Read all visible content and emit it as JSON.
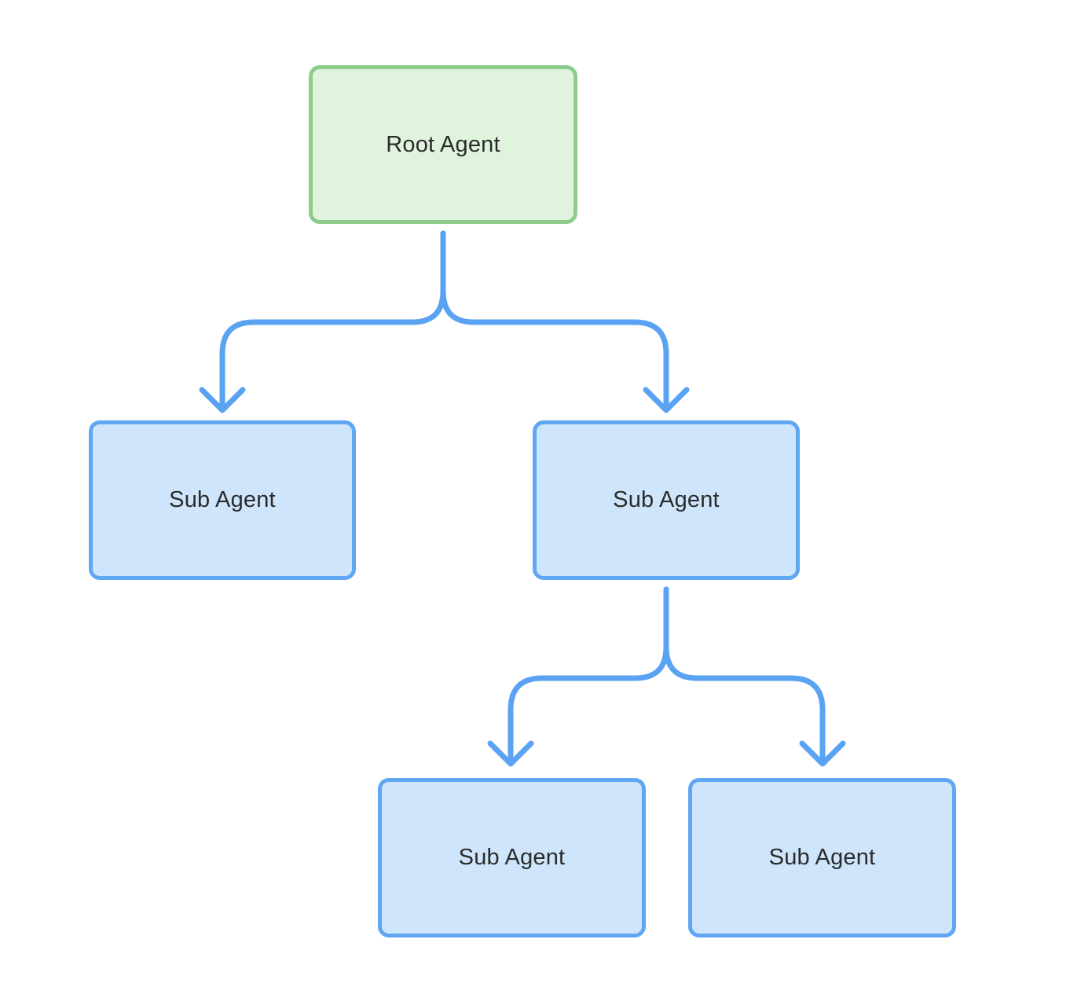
{
  "diagram": {
    "type": "tree",
    "nodes": [
      {
        "id": "root",
        "label": "Root Agent",
        "role": "root"
      },
      {
        "id": "sub-left",
        "label": "Sub Agent",
        "role": "sub"
      },
      {
        "id": "sub-right",
        "label": "Sub Agent",
        "role": "sub"
      },
      {
        "id": "sub-bottom-left",
        "label": "Sub Agent",
        "role": "sub"
      },
      {
        "id": "sub-bottom-right",
        "label": "Sub Agent",
        "role": "sub"
      }
    ],
    "edges": [
      {
        "from": "root",
        "to": "sub-left"
      },
      {
        "from": "root",
        "to": "sub-right"
      },
      {
        "from": "sub-right",
        "to": "sub-bottom-left"
      },
      {
        "from": "sub-right",
        "to": "sub-bottom-right"
      }
    ],
    "colors": {
      "background": "#ffffff",
      "root_fill": "#dff3dd",
      "root_border": "#8ccd8c",
      "sub_fill": "#cfe5fb",
      "sub_border": "#5fa7f2",
      "connector": "#5aa2f2",
      "text": "#2b2b2b"
    }
  }
}
